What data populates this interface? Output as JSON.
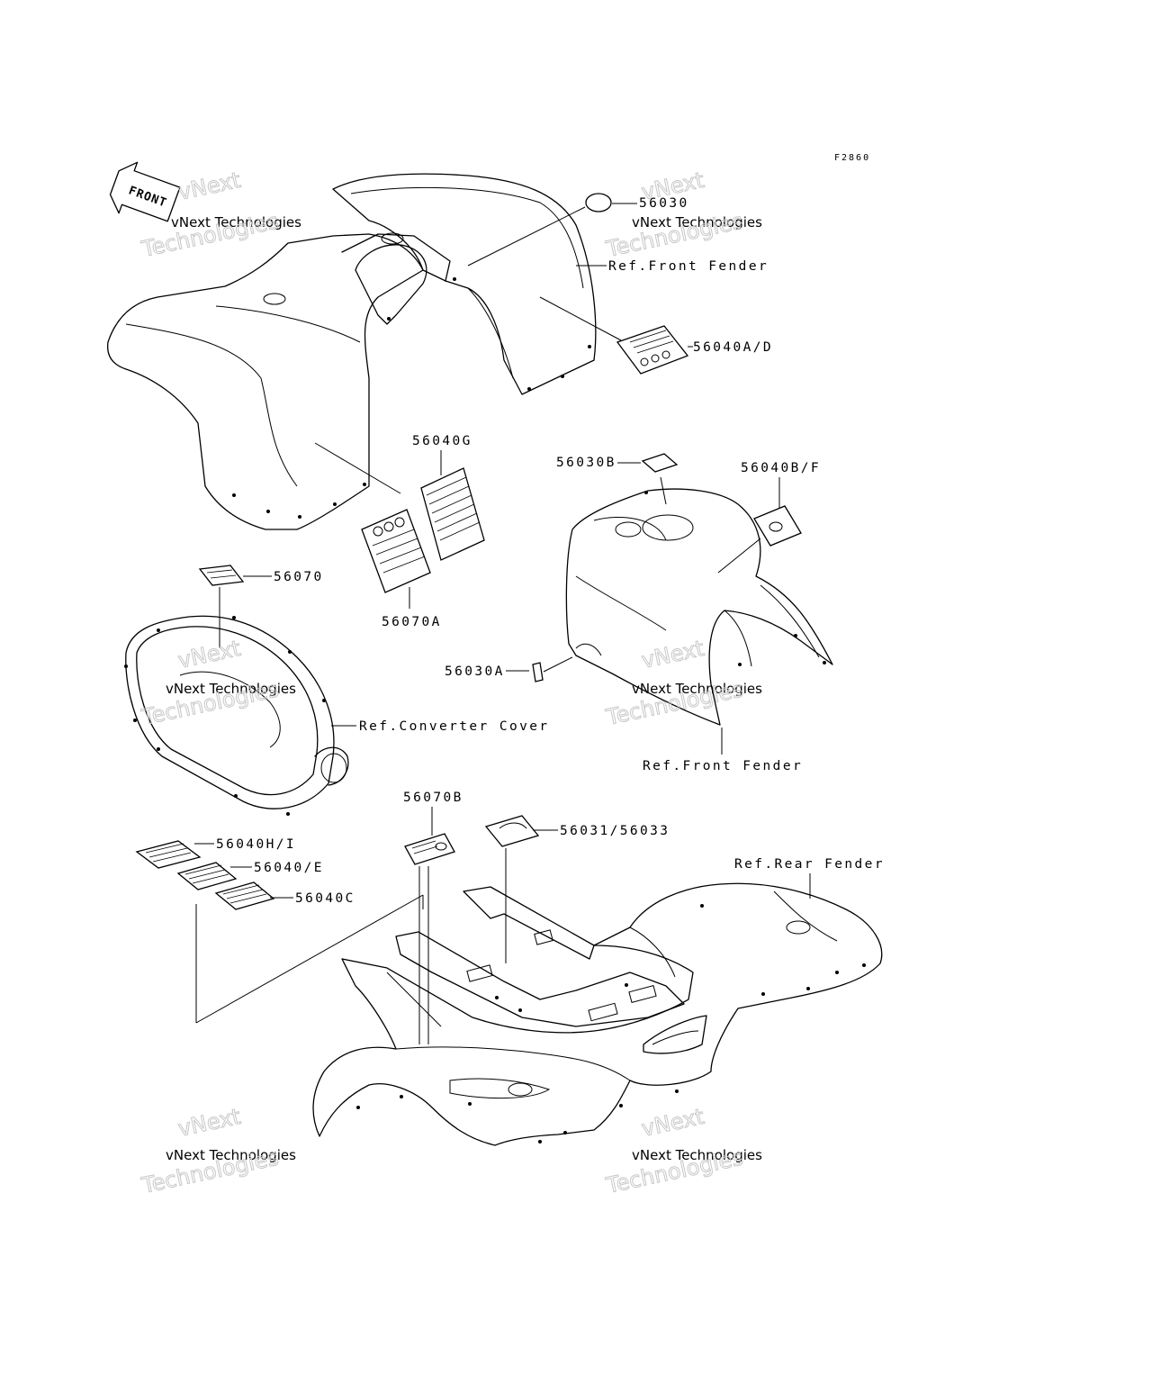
{
  "drawing_code": "F2860",
  "front_arrow_label": "FRONT",
  "watermark": {
    "line1": "vNext Technologies",
    "line2": "Technologies",
    "line3": "vNext"
  },
  "callouts": {
    "p56030": "56030",
    "ref_front_fender_top": "Ref.Front Fender",
    "p56040AD": "56040A/D",
    "p56040G": "56040G",
    "p56030B": "56030B",
    "p56040BF": "56040B/F",
    "p56070": "56070",
    "p56070A": "56070A",
    "p56030A": "56030A",
    "ref_converter_cover": "Ref.Converter Cover",
    "ref_front_fender_bottom": "Ref.Front Fender",
    "p56070B": "56070B",
    "p56031_56033": "56031/56033",
    "p56040HI": "56040H/I",
    "p56040E": "56040/E",
    "p56040C": "56040C",
    "ref_rear_fender": "Ref.Rear Fender"
  }
}
